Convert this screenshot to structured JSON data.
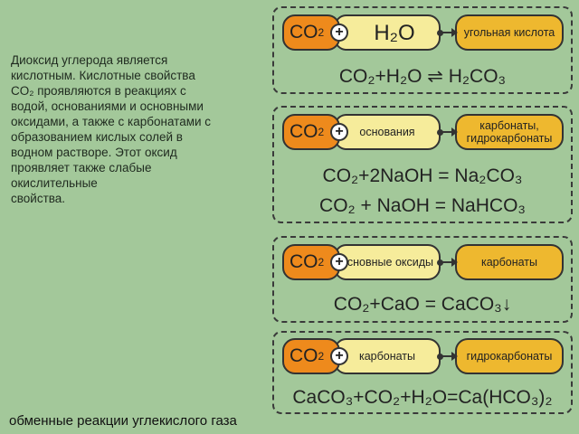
{
  "description": {
    "lines": [
      "Диоксид углерода является",
      "кислотным. Кислотные свойства",
      "CO₂ проявляются в реакциях с",
      "водой, основаниями и основными",
      "оксидами, а также с карбонатами с",
      "образованием кислых солей в",
      "водном растворе. Этот оксид",
      "проявляет также слабые",
      "окислительные",
      "свойства."
    ]
  },
  "caption": "обменные реакции углекислого газа",
  "reactant": "CO",
  "reactant_subscript": "2",
  "plus_symbol": "+",
  "reactions": [
    {
      "partner": "H₂O",
      "product": "угольная кислота",
      "equations": [
        "CO₂+H₂O ⇌ H₂CO₃"
      ]
    },
    {
      "partner": "основания",
      "product": "карбонаты, гидрокарбонаты",
      "equations": [
        "CO₂+2NaOH = Na₂CO₃",
        "CO₂ + NaOH = NaHCO₃"
      ]
    },
    {
      "partner": "основные оксиды",
      "product": "карбонаты",
      "equations": [
        "CO₂+CaO = CaCO₃↓"
      ]
    },
    {
      "partner": "карбонаты",
      "product": "гидрокарбонаты",
      "equations": [
        "CaCO₃+CO₂+H₂O=Ca(HCO₃)₂"
      ]
    }
  ],
  "colors": {
    "background": "#a3c89a",
    "reactant_fill": "#ee8a1c",
    "partner_fill": "#f6ec9b",
    "product_fill": "#eeb82f"
  }
}
